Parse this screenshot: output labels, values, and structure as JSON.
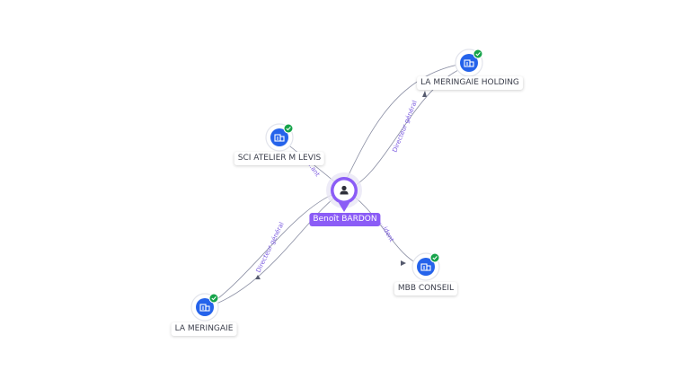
{
  "person": {
    "name": "Benoît BARDON"
  },
  "companies": [
    {
      "id": "holding",
      "name": "LA MERINGAIE HOLDING",
      "icon": "building-icon",
      "verified": true
    },
    {
      "id": "sci",
      "name": "SCI ATELIER M LEVIS",
      "icon": "building-icon",
      "verified": true
    },
    {
      "id": "mbb",
      "name": "MBB CONSEIL",
      "icon": "building-icon",
      "verified": true
    },
    {
      "id": "meringaie",
      "name": "LA MERINGAIE",
      "icon": "building-icon",
      "verified": true
    }
  ],
  "relations": [
    {
      "to": "holding",
      "role": "Directeur général"
    },
    {
      "to": "sci",
      "role": "...ant"
    },
    {
      "to": "mbb",
      "role": "...ident"
    },
    {
      "to": "meringaie",
      "role": "Directeur général"
    }
  ],
  "colors": {
    "person_accent": "#8b5cf6",
    "company_icon": "#2563eb",
    "verified_badge": "#16a34a",
    "edge": "#8a8ea3",
    "edge_label": "#7c5ce0"
  }
}
